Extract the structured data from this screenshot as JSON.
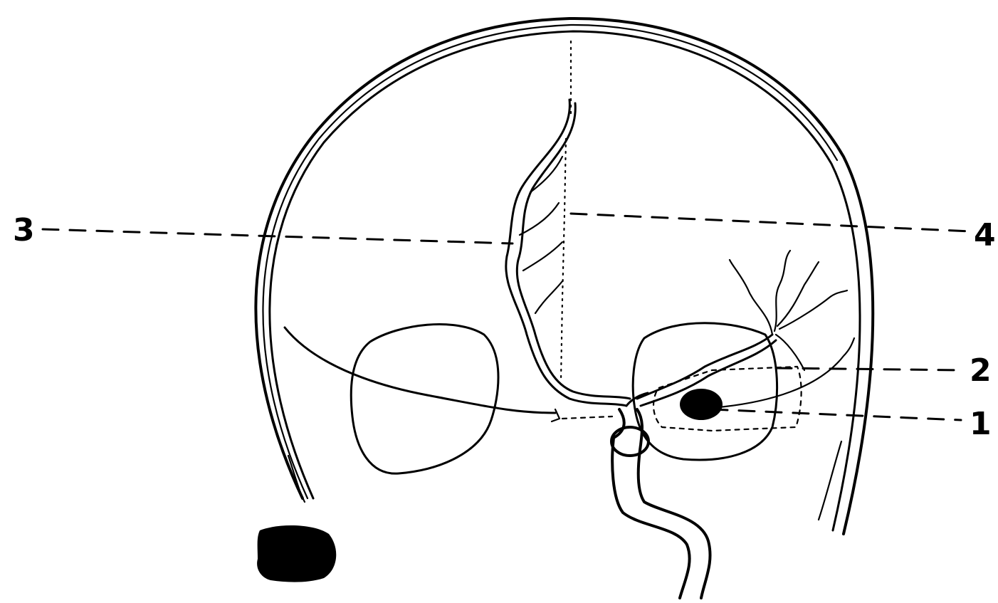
{
  "labels": {
    "one": "1",
    "two": "2",
    "three": "3",
    "four": "4"
  },
  "colors": {
    "ink": "#000000",
    "background": "#ffffff"
  }
}
